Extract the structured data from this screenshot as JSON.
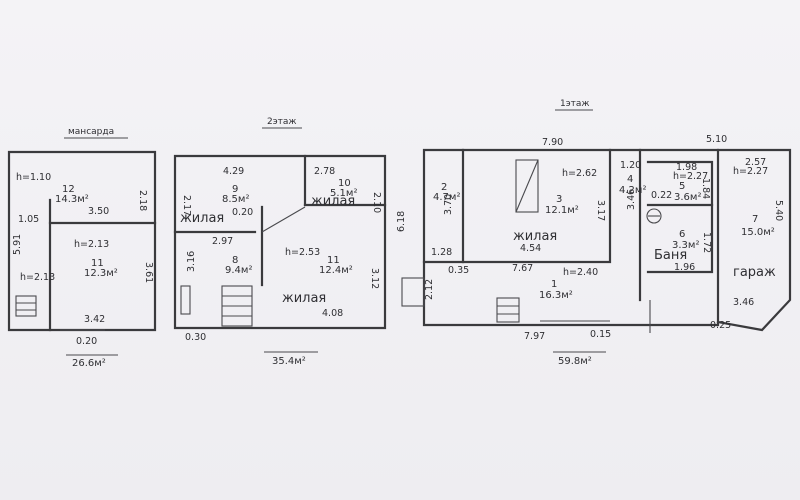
{
  "floors": [
    {
      "title": "мансарда",
      "total": "26.6м²",
      "rooms": [
        {
          "num": "12",
          "area": "14.3м²",
          "height": "h=1.10"
        },
        {
          "num": "11",
          "area": "12.3м²",
          "height": "h=2.13"
        }
      ],
      "dims": [
        "2.18",
        "1.05",
        "3.50",
        "5.91",
        "h=2.13",
        "3.61",
        "3.42",
        "0.20"
      ]
    },
    {
      "title": "2этаж",
      "total": "35.4м²",
      "rooms": [
        {
          "num": "9",
          "area": "8.5м²",
          "name": "жилая"
        },
        {
          "num": "10",
          "area": "5.1м²",
          "name": "жилая"
        },
        {
          "num": "8",
          "area": "9.4м²"
        },
        {
          "num": "11",
          "area": "12.4м²",
          "name": "жилая",
          "height": "h=2.53"
        }
      ],
      "dims": [
        "4.29",
        "2.78",
        "2.17",
        "0.20",
        "2.10",
        "2.97",
        "3.16",
        "3.12",
        "4.08",
        "0.30"
      ]
    },
    {
      "title": "1этаж",
      "total": "59.8м²",
      "rooms": [
        {
          "num": "2",
          "area": "4.7м²"
        },
        {
          "num": "3",
          "area": "12.1м²",
          "name": "жилая",
          "height": "h=2.62"
        },
        {
          "num": "4",
          "area": "4.2м²"
        },
        {
          "num": "5",
          "area": "3.6м²",
          "height": "h=2.27"
        },
        {
          "num": "6",
          "area": "3.3м²",
          "name": "Баня"
        },
        {
          "num": "7",
          "area": "15.0м²",
          "name": "гараж",
          "height": "h=2.27"
        },
        {
          "num": "1",
          "area": "16.3м²",
          "height": "h=2.40"
        }
      ],
      "dims": [
        "7.90",
        "5.10",
        "6.18",
        "3.70",
        "1.28",
        "2.12",
        "0.35",
        "4.54",
        "7.67",
        "3.17",
        "1.20",
        "3.46",
        "1.98",
        "0.22",
        "1.84",
        "1.72",
        "1.96",
        "2.57",
        "5.40",
        "3.46",
        "0.25",
        "7.97",
        "0.15"
      ]
    }
  ]
}
